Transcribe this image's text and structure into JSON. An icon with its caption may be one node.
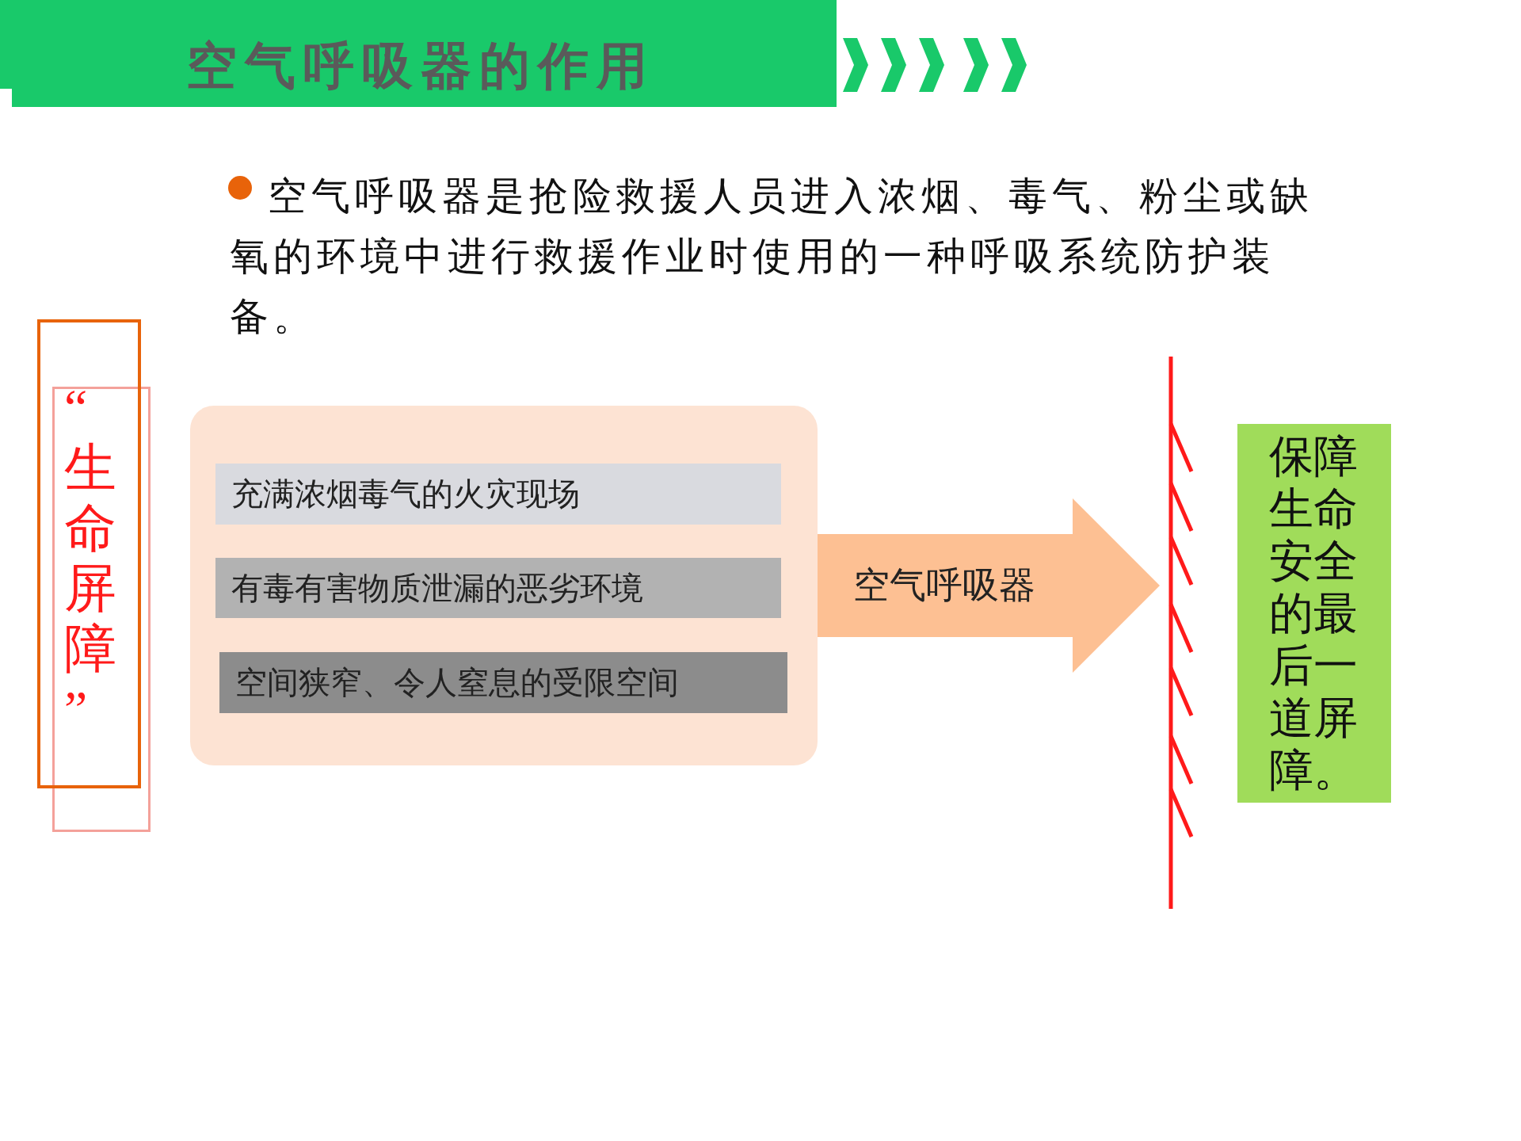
{
  "diagram": {
    "title": "空气呼吸器的作用",
    "nodes": [
      {
        "text": [
          "“生命屏障”"
        ]
      },
      {
        "text": [],
        "shape": "box"
      },
      {
        "text": [
          "充满浓烟毒气的火灾现场"
        ],
        "in": 1
      },
      {
        "text": [
          "有毒有害物质泄漏的恶劣环境"
        ],
        "in": 1
      },
      {
        "text": [
          "空间狭窄、令人窒息的受限空间"
        ],
        "in": 1
      },
      {
        "text": [],
        "shape": "bar"
      },
      {
        "text": [
          "保障生命安全的最后一道屏障。"
        ]
      }
    ],
    "edges": [
      {
        "from": 1,
        "to": 5,
        "arrow": "to",
        "label": "空气呼吸器",
        "color": "#fdc093"
      }
    ],
    "labels": [
      "空气呼吸器是抢险救援人员进入浓烟、毒气、粉尘或缺氧的环境中进行救援作业时使用的一种呼吸系统防护装备。"
    ]
  }
}
